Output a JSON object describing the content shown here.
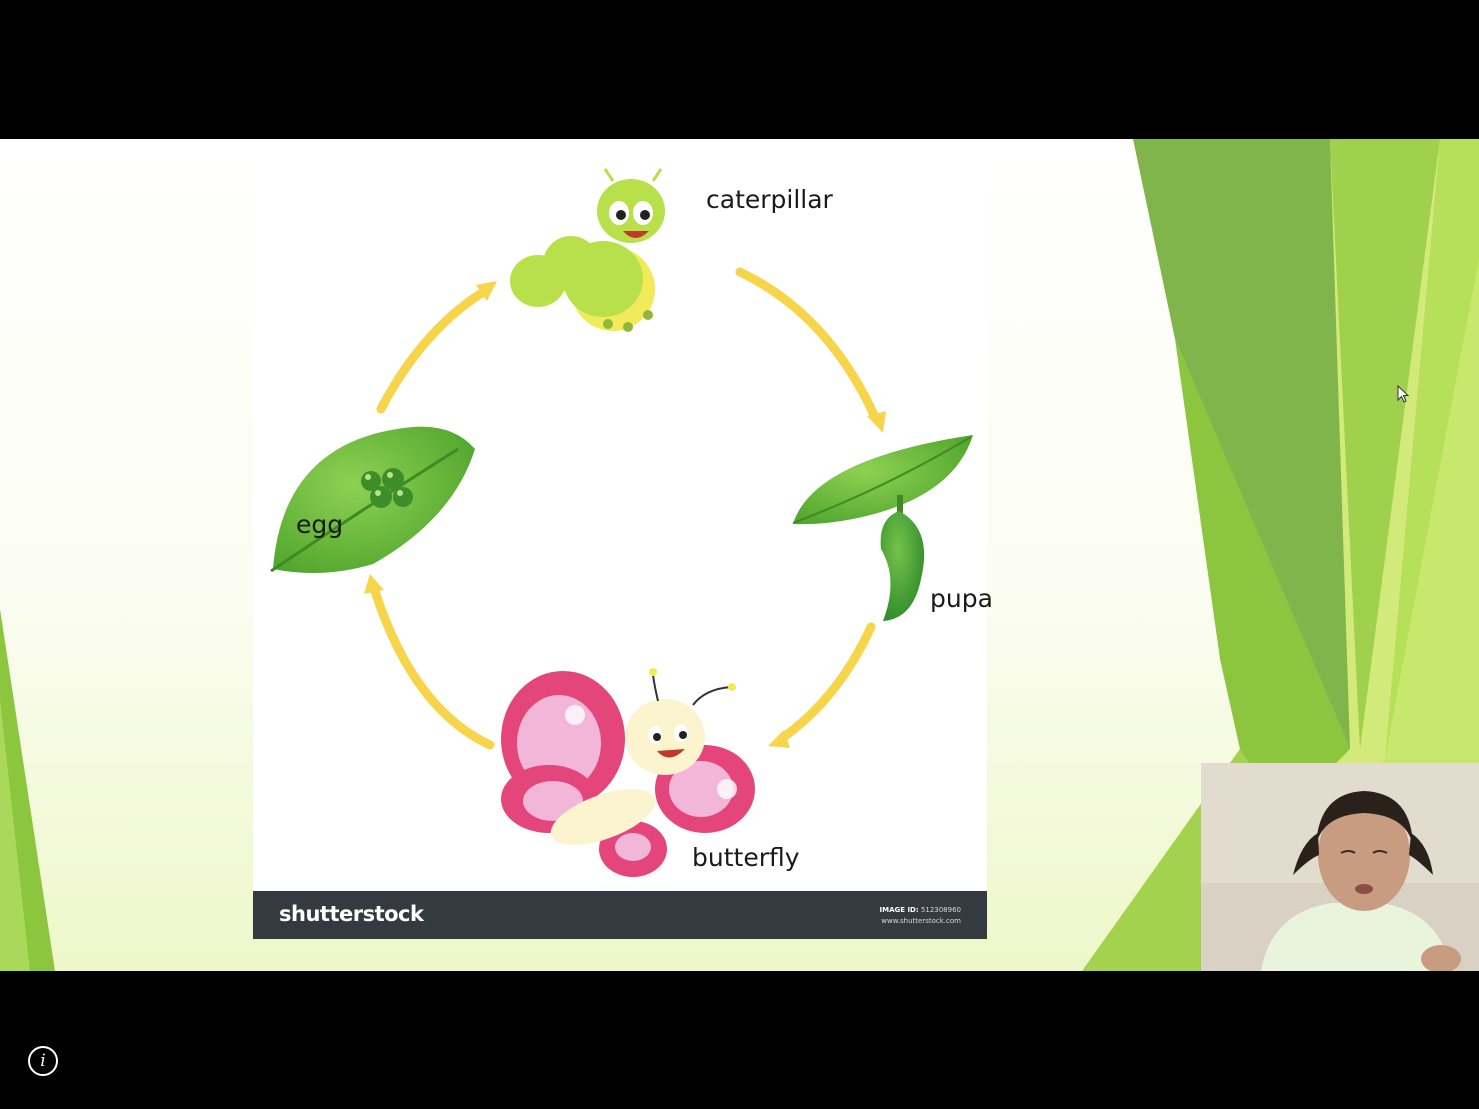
{
  "slide": {
    "stages": {
      "caterpillar": "caterpillar",
      "pupa": "pupa",
      "butterfly": "butterfly",
      "egg": "egg"
    },
    "credit": {
      "brand": "shutterstock",
      "image_id_label": "IMAGE ID:",
      "image_id": "512308960",
      "site": "www.shutterstock.com"
    }
  },
  "viewer": {
    "info_button": "i"
  },
  "colors": {
    "arrow": "#f6d54a",
    "caterpillar": "#b7e04a",
    "leaf": "#6cbf3a",
    "butterfly_wing": "#e4457a",
    "butterfly_inner": "#f2b6d8",
    "credit_bar": "#343a40",
    "slide_green": "#8cc63e"
  },
  "icons": [
    "arrow-icon",
    "info-icon",
    "mouse-pointer-icon"
  ]
}
